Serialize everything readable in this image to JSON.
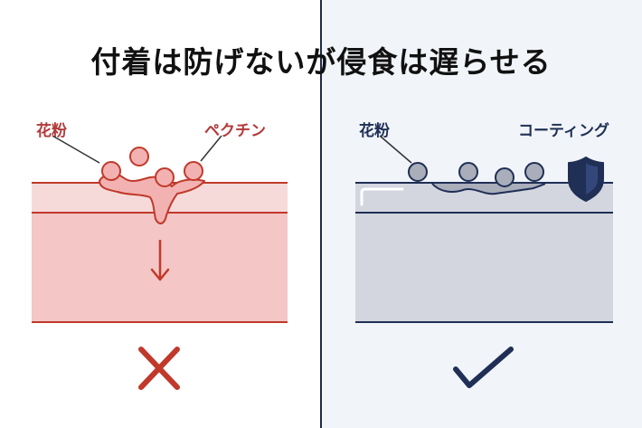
{
  "title": "付着は防げないが侵食は遅らせる",
  "left_panel": {
    "label_pollen": "花粉",
    "label_pectin": "ペクチン",
    "result_icon": "cross-mark-icon",
    "accent_color": "#c0392b"
  },
  "right_panel": {
    "label_pollen": "花粉",
    "label_coating": "コーティング",
    "result_icon": "check-mark-icon",
    "accent_color": "#1f2f55"
  }
}
